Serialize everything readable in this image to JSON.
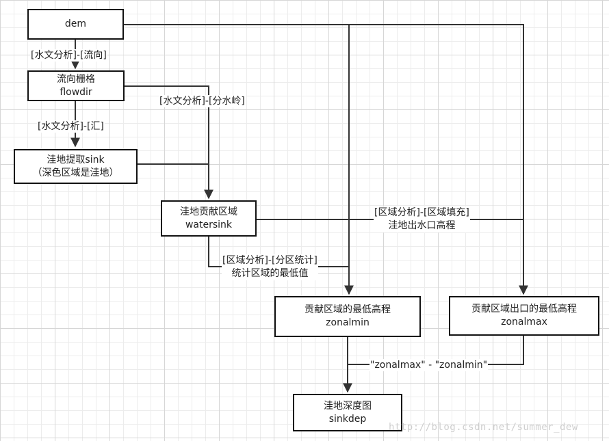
{
  "nodes": {
    "dem": {
      "line1": "dem"
    },
    "flowdir": {
      "line1": "流向栅格",
      "line2": "flowdir"
    },
    "sink": {
      "line1": "洼地提取sink",
      "line2": "（深色区域是洼地）"
    },
    "watersink": {
      "line1": "洼地贡献区域",
      "line2": "watersink"
    },
    "zonalmin": {
      "line1": "贡献区域的最低高程",
      "line2": "zonalmin"
    },
    "zonalmax": {
      "line1": "贡献区域出口的最低高程",
      "line2": "zonalmax"
    },
    "sinkdep": {
      "line1": "洼地深度图",
      "line2": "sinkdep"
    }
  },
  "edge_labels": {
    "flow_direction": "[水文分析]-[流向]",
    "sink": "[水文分析]-[汇]",
    "watershed": "[水文分析]-[分水岭]",
    "region_fill_1": "[区域分析]-[区域填充]",
    "region_fill_2": "洼地出水口高程",
    "zonal_stats_1": "[区域分析]-[分区统计]",
    "zonal_stats_2": "统计区域的最低值",
    "subtract": "\"zonalmax\" - \"zonalmin\""
  },
  "watermark": "http://blog.csdn.net/summer_dew",
  "colors": {
    "line": "#333333",
    "box_border": "#111111",
    "grid": "#d6d6d6",
    "watermark": "#cfcfcf"
  }
}
